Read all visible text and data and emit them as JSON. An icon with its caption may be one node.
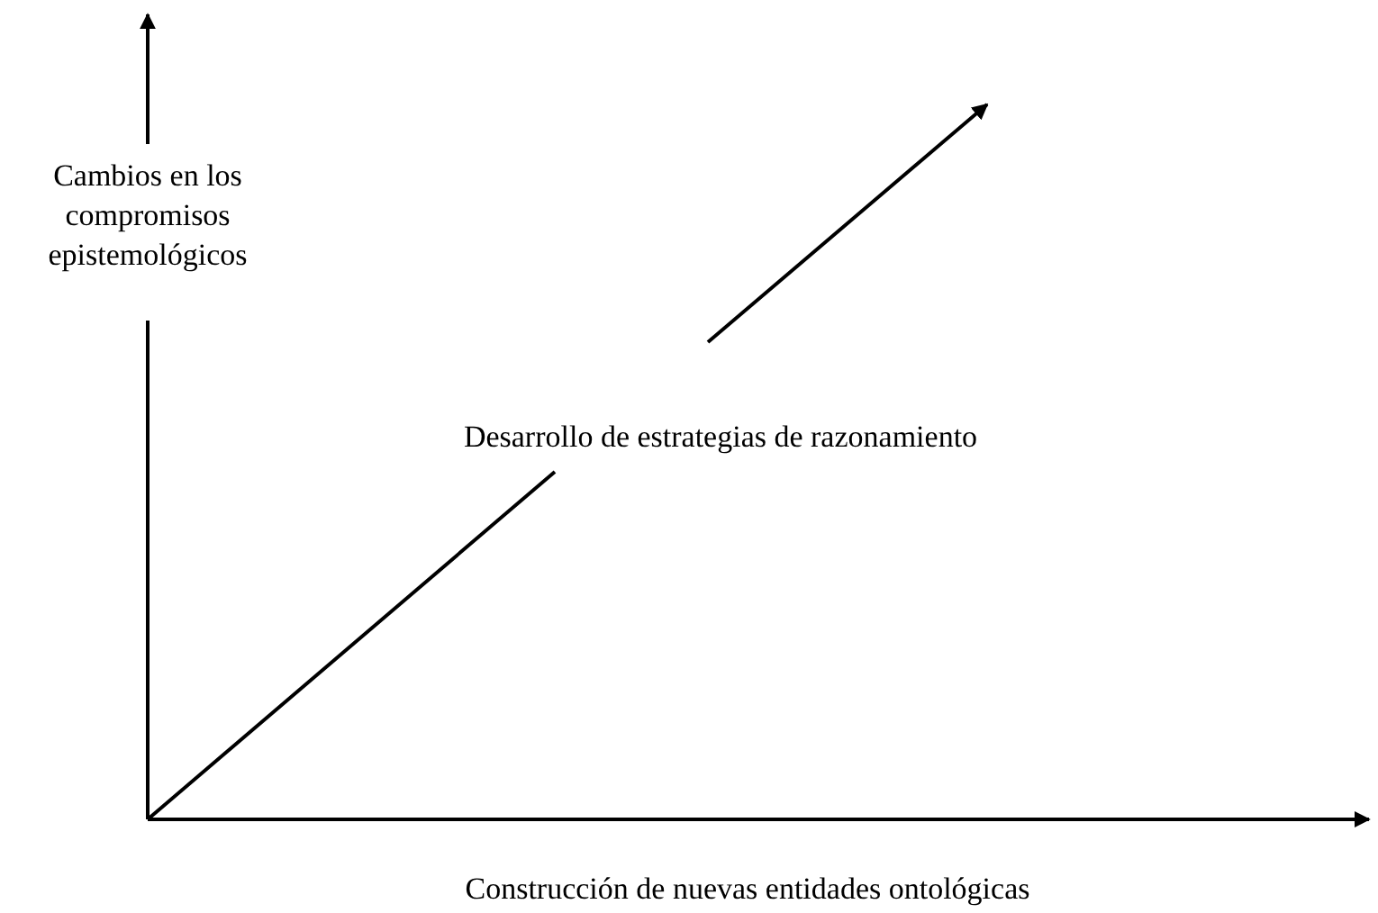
{
  "diagram": {
    "labels": [
      "Cambios en los compromisos epistemológicos",
      "Desarrollo de estrategias de razonamiento",
      "Construcción de nuevas entidades ontológicas"
    ]
  }
}
